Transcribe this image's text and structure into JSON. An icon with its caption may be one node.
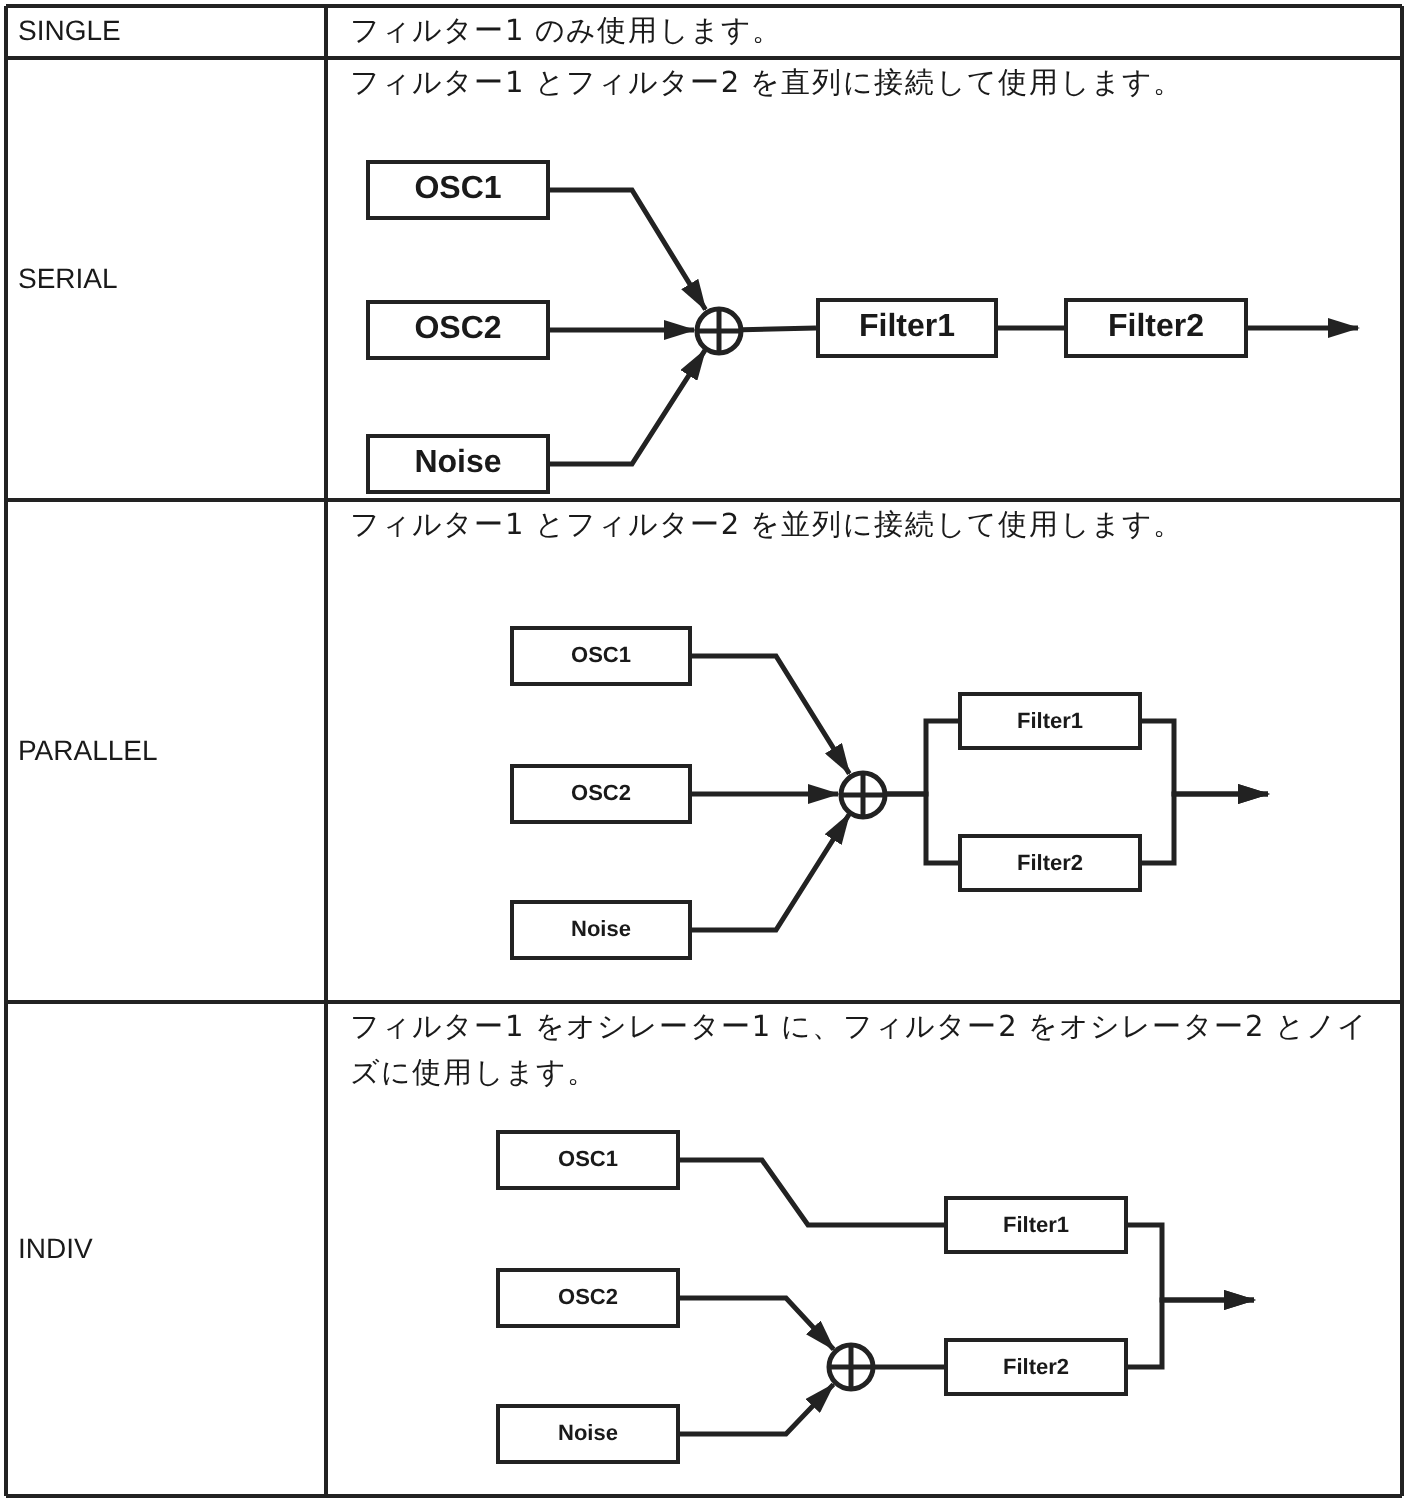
{
  "diagram": {
    "nodes": [
      {
        "text": [
          "OSC1"
        ]
      },
      {
        "text": [
          "OSC2"
        ]
      },
      {
        "text": [
          "Noise"
        ]
      },
      {
        "text": [],
        "shape": "circle"
      },
      {
        "text": [
          "Filter1"
        ]
      },
      {
        "text": [
          "Filter2"
        ]
      },
      {
        "text": [
          "OSC1"
        ]
      },
      {
        "text": [
          "OSC2"
        ]
      },
      {
        "text": [
          "Noise"
        ]
      },
      {
        "text": [],
        "shape": "circle"
      },
      {
        "text": [
          "Filter1"
        ]
      },
      {
        "text": [
          "Filter2"
        ]
      },
      {
        "text": [
          "OSC1"
        ]
      },
      {
        "text": [
          "OSC2"
        ]
      },
      {
        "text": [
          "Noise"
        ]
      },
      {
        "text": [],
        "shape": "circle"
      },
      {
        "text": [
          "Filter1"
        ]
      },
      {
        "text": [
          "Filter2"
        ]
      }
    ],
    "edges": [
      {
        "from": 0,
        "to": 3,
        "arrow": "to"
      },
      {
        "from": 1,
        "to": 3,
        "arrow": "to"
      },
      {
        "from": 2,
        "to": 3,
        "arrow": "to"
      },
      {
        "from": 3,
        "to": 4,
        "arrow": "none"
      },
      {
        "from": 4,
        "to": 5,
        "arrow": "none"
      },
      {
        "from": 5,
        "to": null,
        "arrow": "to"
      },
      {
        "from": 6,
        "to": 9,
        "arrow": "to"
      },
      {
        "from": 7,
        "to": 9,
        "arrow": "to"
      },
      {
        "from": 8,
        "to": 9,
        "arrow": "to"
      },
      {
        "from": 9,
        "to": 10,
        "arrow": "none"
      },
      {
        "from": 9,
        "to": 11,
        "arrow": "none"
      },
      {
        "from": 10,
        "to": null,
        "arrow": "to"
      },
      {
        "from": 11,
        "to": null,
        "arrow": "to"
      },
      {
        "from": 12,
        "to": 16,
        "arrow": "none"
      },
      {
        "from": 13,
        "to": 15,
        "arrow": "to"
      },
      {
        "from": 14,
        "to": 15,
        "arrow": "to"
      },
      {
        "from": 15,
        "to": 17,
        "arrow": "none"
      },
      {
        "from": 16,
        "to": null,
        "arrow": "to"
      },
      {
        "from": 17,
        "to": null,
        "arrow": "to"
      }
    ],
    "labels": [
      "SINGLE",
      "フィルター1 のみ使用します。",
      "SERIAL",
      "フィルター1 とフィルター2 を直列に接続して使用します。",
      "PARALLEL",
      "フィルター1 とフィルター2 を並列に接続して使用します。",
      "INDIV",
      "フィルター1 をオシレーター1 に、フィルター2 をオシレーター2 とノイズに使用します。"
    ]
  }
}
